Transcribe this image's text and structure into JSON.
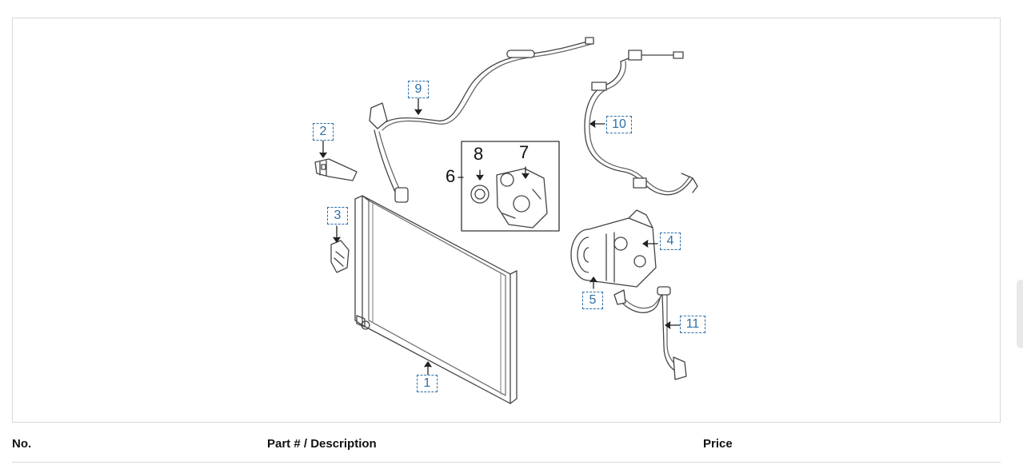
{
  "diagram": {
    "callouts": [
      {
        "id": "c1",
        "label": "1"
      },
      {
        "id": "c2",
        "label": "2"
      },
      {
        "id": "c3",
        "label": "3"
      },
      {
        "id": "c4",
        "label": "4"
      },
      {
        "id": "c5",
        "label": "5"
      },
      {
        "id": "c9",
        "label": "9"
      },
      {
        "id": "c10",
        "label": "10"
      },
      {
        "id": "c11",
        "label": "11"
      }
    ],
    "inset_labels": {
      "assembly": "6",
      "clutch": "8",
      "housing": "7"
    },
    "accent_color": "#2d6fa8"
  },
  "table": {
    "headers": {
      "no": "No.",
      "part": "Part # / Description",
      "price": "Price"
    }
  }
}
